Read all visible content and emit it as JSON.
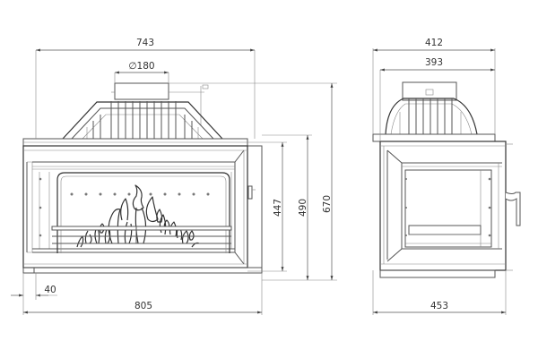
{
  "drawing": {
    "type": "technical dimension drawing",
    "subject": "fireplace insert",
    "units": "mm",
    "colors": {
      "line": "#555555",
      "dark_line": "#333333",
      "text": "#333333",
      "background": "#ffffff"
    }
  },
  "front_view": {
    "dimensions": {
      "top_width": "743",
      "flue_diameter": "∅180",
      "overall_width": "805",
      "side_offset": "40",
      "glass_height": "447",
      "frame_height": "490",
      "total_height": "670"
    }
  },
  "side_view": {
    "dimensions": {
      "top_depth": "412",
      "inner_depth": "393",
      "overall_depth": "453"
    }
  }
}
